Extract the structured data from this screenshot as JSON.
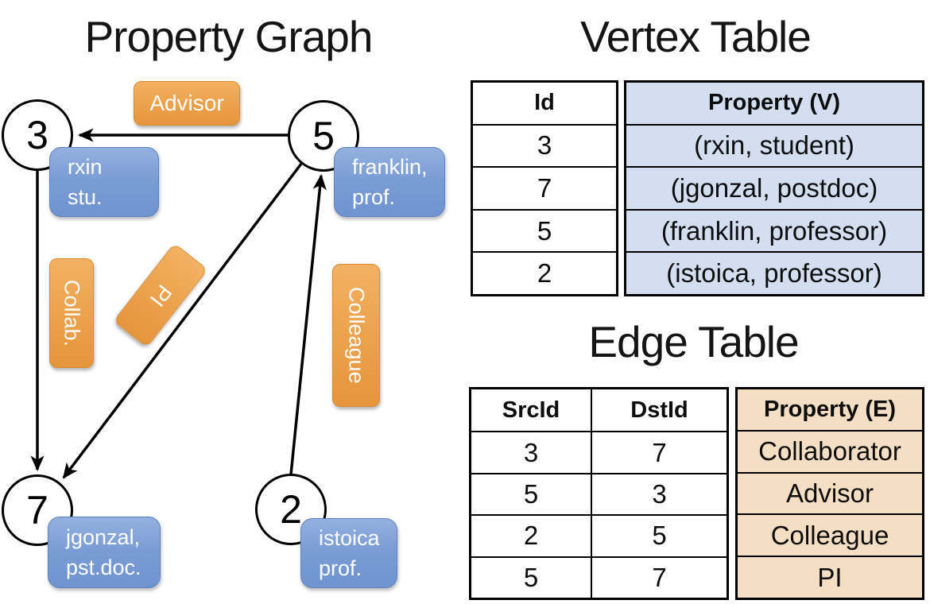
{
  "titles": {
    "graph": "Property Graph",
    "vertex": "Vertex Table",
    "edge": "Edge Table"
  },
  "graph": {
    "nodes": [
      {
        "id": "3",
        "prop_line1": "rxin",
        "prop_line2": "stu."
      },
      {
        "id": "5",
        "prop_line1": "franklin,",
        "prop_line2": "prof."
      },
      {
        "id": "7",
        "prop_line1": "jgonzal,",
        "prop_line2": "pst.doc."
      },
      {
        "id": "2",
        "prop_line1": "istoica",
        "prop_line2": "prof."
      }
    ],
    "edge_labels": {
      "advisor": "Advisor",
      "collab": "Collab.",
      "pi": "PI",
      "colleague": "Colleague"
    },
    "edges": [
      {
        "src": "5",
        "dst": "3",
        "label": "Advisor"
      },
      {
        "src": "3",
        "dst": "7",
        "label": "Collab."
      },
      {
        "src": "5",
        "dst": "7",
        "label": "PI"
      },
      {
        "src": "2",
        "dst": "5",
        "label": "Colleague"
      }
    ]
  },
  "vertex_table": {
    "headers": {
      "id": "Id",
      "property": "Property (V)"
    },
    "rows": [
      {
        "id": "3",
        "property": "(rxin, student)"
      },
      {
        "id": "7",
        "property": "(jgonzal, postdoc)"
      },
      {
        "id": "5",
        "property": "(franklin, professor)"
      },
      {
        "id": "2",
        "property": "(istoica, professor)"
      }
    ]
  },
  "edge_table": {
    "headers": {
      "src": "SrcId",
      "dst": "DstId",
      "property": "Property (E)"
    },
    "rows": [
      {
        "src": "3",
        "dst": "7",
        "property": "Collaborator"
      },
      {
        "src": "5",
        "dst": "3",
        "property": "Advisor"
      },
      {
        "src": "2",
        "dst": "5",
        "property": "Colleague"
      },
      {
        "src": "5",
        "dst": "7",
        "property": "PI"
      }
    ]
  },
  "colors": {
    "vertex_box_blue": "#7b9dd5",
    "edge_label_orange": "#eca24d",
    "vertex_property_bg": "#d3dff1",
    "edge_property_bg": "#f5dfc4",
    "edge_line": "#000000"
  }
}
